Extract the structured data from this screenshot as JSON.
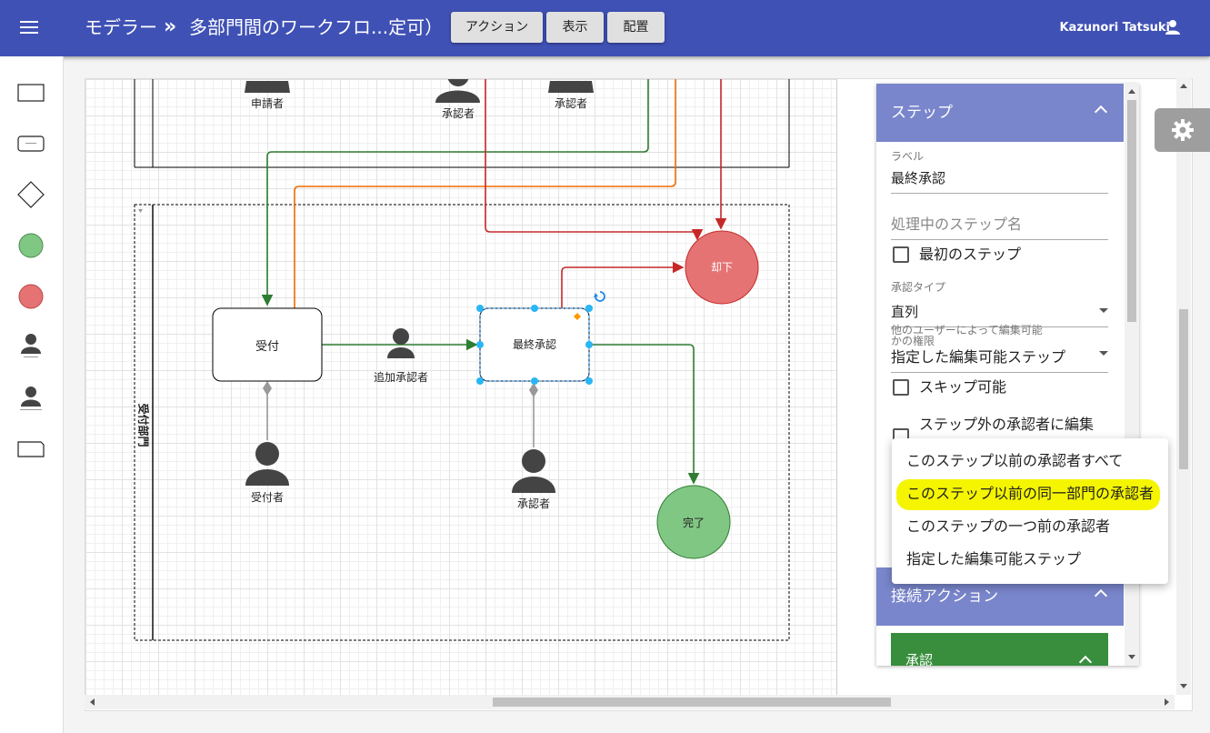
{
  "header": {
    "app_title": "モデラー",
    "separator": "»",
    "workflow_title": "多部門間のワークフロ...定可）",
    "buttons": [
      "アクション",
      "表示",
      "配置"
    ],
    "user_name": "Kazunori Tatsuki"
  },
  "colors": {
    "accent": "#3f51b5",
    "panel_header": "#7986cb",
    "reject": "#e57373",
    "complete": "#81c784",
    "approve_action": "#388e3c",
    "highlight": "#f5f500"
  },
  "diagram": {
    "lane_label": "受付部門",
    "nodes": {
      "applicant": "申請者",
      "approver_top1": "承認者",
      "approver_top2": "承認者",
      "reception": "受付",
      "additional_approver": "追加承認者",
      "final_approval": "最終承認",
      "receiver": "受付者",
      "approver_bottom": "承認者",
      "reject": "却下",
      "complete": "完了"
    }
  },
  "panel": {
    "step_section": "ステップ",
    "label_caption": "ラベル",
    "label_value": "最終承認",
    "processing_placeholder": "処理中のステップ名",
    "first_step": "最初のステップ",
    "approval_type_caption": "承認タイプ",
    "approval_type_value": "直列",
    "editable_caption_1": "他のユーザーによって編集可能",
    "editable_caption_2": "かの権限",
    "editable_value": "指定した編集可能ステップ",
    "skippable": "スキップ可能",
    "outside_edit": "ステップ外の承認者に編集",
    "connection_section": "接続アクション",
    "approve_label": "承認"
  },
  "menu": {
    "items": [
      "このステップ以前の承認者すべて",
      "このステップ以前の同一部門の承認者",
      "このステップの一つ前の承認者",
      "指定した編集可能ステップ"
    ],
    "highlighted_index": 1
  }
}
